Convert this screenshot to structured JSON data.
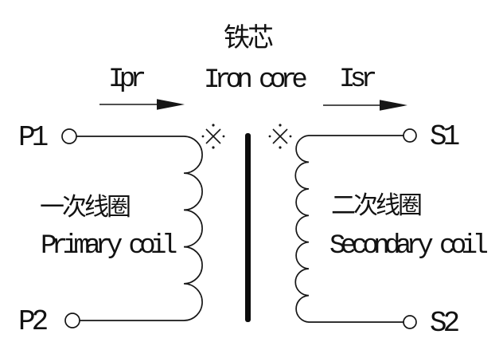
{
  "colors": {
    "line": "#161616",
    "background": "#ffffff"
  },
  "header": {
    "core_label_cn": "铁芯",
    "core_label_en": "Iron core"
  },
  "currents": {
    "primary": "Ipr",
    "secondary": "Isr"
  },
  "primary": {
    "terminal_top": "P1",
    "terminal_bottom": "P2",
    "label_cn": "一次线圈",
    "label_en": "Primary coil"
  },
  "secondary": {
    "terminal_top": "S1",
    "terminal_bottom": "S2",
    "label_cn": "二次线圈",
    "label_en": "Secondary coil"
  },
  "icons": {
    "polarity_mark": "※"
  }
}
